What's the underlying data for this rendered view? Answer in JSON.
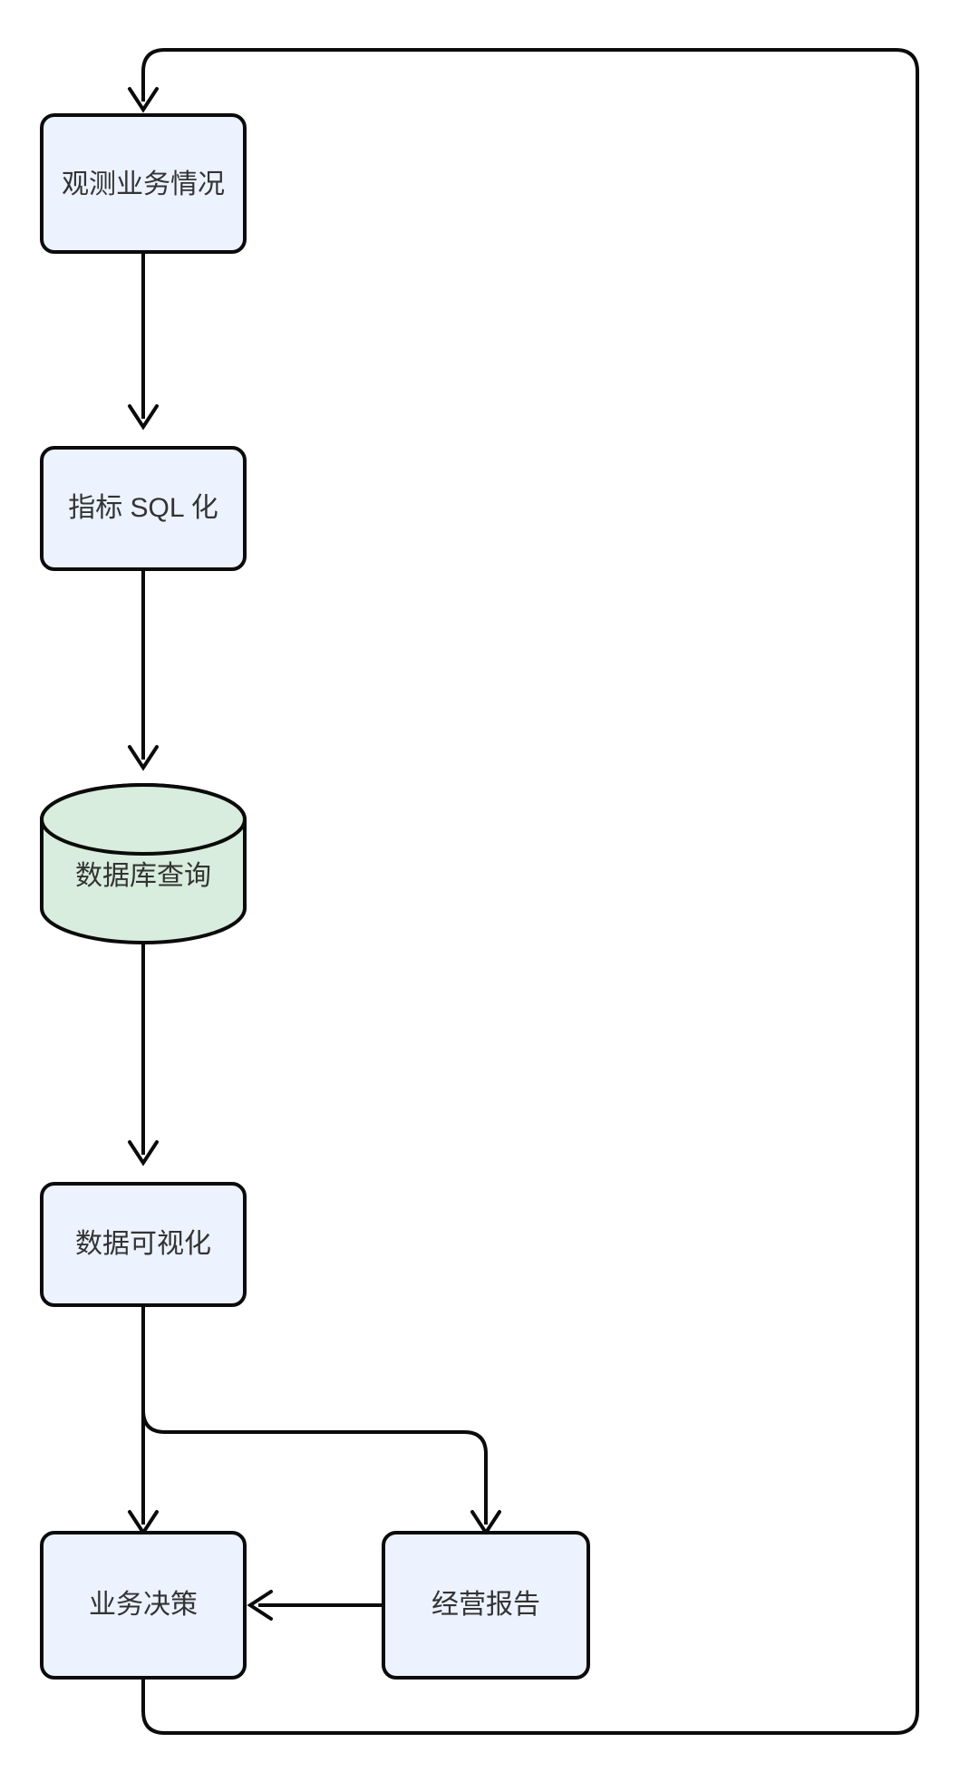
{
  "diagram": {
    "type": "flowchart",
    "direction": "top-to-bottom",
    "background_color": "#FFFFFF",
    "node_fill_color": "#ECF2FE",
    "database_fill_color": "#D8EDDD",
    "stroke_color": "#0B0B0B",
    "text_color": "#333333",
    "nodes": [
      {
        "id": "observe",
        "label": "观测业务情况",
        "shape": "rounded-rect",
        "fill": "#ECF2FE"
      },
      {
        "id": "sqlify",
        "label": "指标 SQL 化",
        "shape": "rounded-rect",
        "fill": "#ECF2FE"
      },
      {
        "id": "query",
        "label": "数据库查询",
        "shape": "cylinder",
        "fill": "#D8EDDD"
      },
      {
        "id": "visualize",
        "label": "数据可视化",
        "shape": "rounded-rect",
        "fill": "#ECF2FE"
      },
      {
        "id": "decision",
        "label": "业务决策",
        "shape": "rounded-rect",
        "fill": "#ECF2FE"
      },
      {
        "id": "report",
        "label": "经营报告",
        "shape": "rounded-rect",
        "fill": "#ECF2FE"
      }
    ],
    "edges": [
      {
        "from": "observe",
        "to": "sqlify",
        "label": "",
        "arrow": true
      },
      {
        "from": "sqlify",
        "to": "query",
        "label": "",
        "arrow": true
      },
      {
        "from": "query",
        "to": "visualize",
        "label": "",
        "arrow": true
      },
      {
        "from": "visualize",
        "to": "decision",
        "label": "",
        "arrow": true
      },
      {
        "from": "visualize",
        "to": "report",
        "label": "",
        "arrow": true
      },
      {
        "from": "report",
        "to": "decision",
        "label": "",
        "arrow": true
      },
      {
        "from": "decision",
        "to": "observe",
        "label": "",
        "arrow": true
      }
    ]
  }
}
